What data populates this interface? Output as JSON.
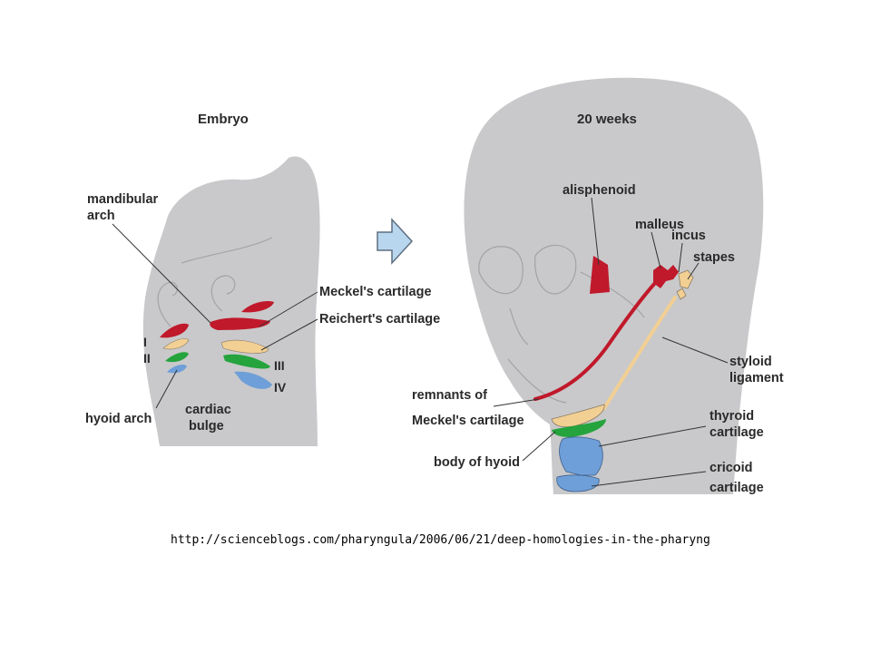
{
  "colors": {
    "skin": "#c9c9cb",
    "red": "#c0192b",
    "tan": "#f2cf93",
    "green": "#25a33d",
    "blue": "#6f9fd8",
    "arrow": "#b8d7ee"
  },
  "embryo": {
    "title": "Embryo",
    "labels": {
      "mandibular_1": "mandibular",
      "mandibular_2": "arch",
      "meckel": "Meckel's cartilage",
      "reichert": "Reichert's cartilage",
      "r1": "I",
      "r2": "II",
      "r3": "III",
      "r4": "IV",
      "hyoid_arch": "hyoid arch",
      "cardiac_1": "cardiac",
      "cardiac_2": "bulge"
    }
  },
  "adult": {
    "title": "20 weeks",
    "labels": {
      "alisphenoid": "alisphenoid",
      "malleus": "malleus",
      "incus": "incus",
      "stapes": "stapes",
      "styloid_1": "styloid",
      "styloid_2": "ligament",
      "remnants_1": "remnants of",
      "remnants_2": "Meckel's cartilage",
      "thyroid_1": "thyroid",
      "thyroid_2": "cartilage",
      "body_hyoid": "body of hyoid",
      "cricoid_1": "cricoid",
      "cricoid_2": "cartilage"
    }
  },
  "source_url": "http://scienceblogs.com/pharyngula/2006/06/21/deep-homologies-in-the-pharyng"
}
